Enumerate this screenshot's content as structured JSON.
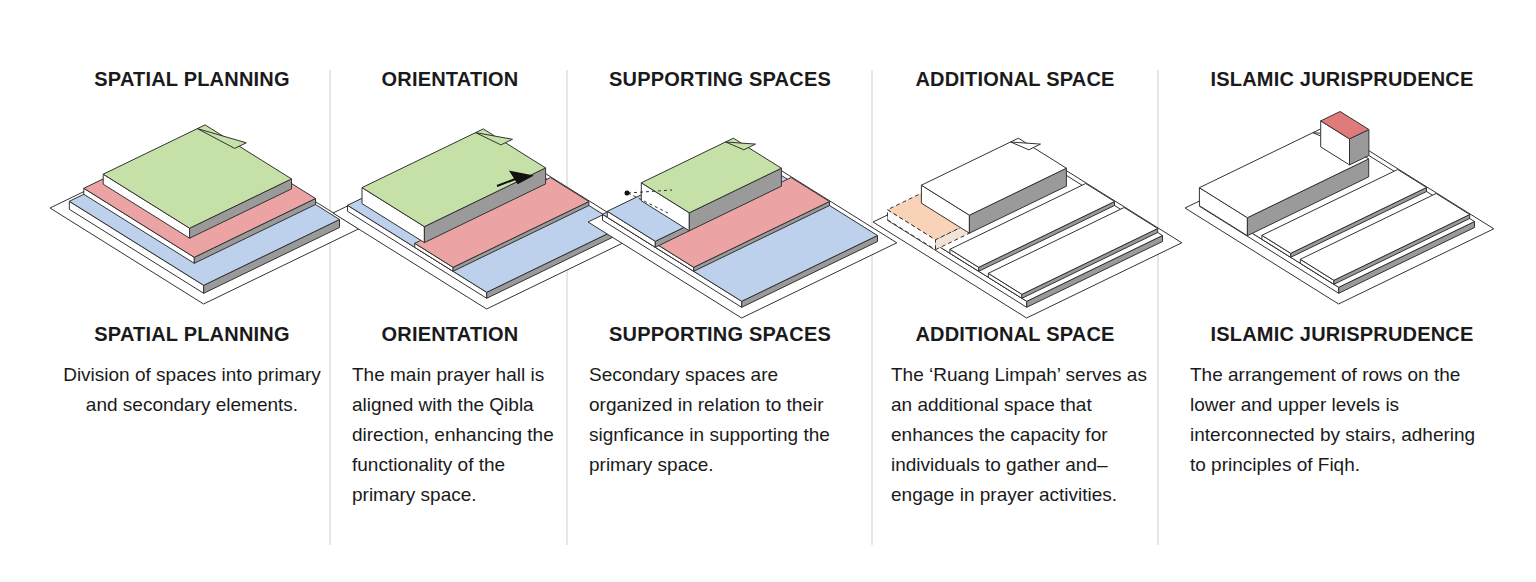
{
  "diagram": {
    "labels": [
      "SPATIAL PLANNING",
      "ORIENTATION",
      "SUPPORTING SPACES",
      "ADDITIONAL SPACE",
      "ISLAMIC JURISPRUDENCE",
      "SPATIAL PLANNING",
      "Division of spaces into primary and secondary elements.",
      "ORIENTATION",
      "The main prayer hall is aligned with the Qibla direction, enhancing the functionality of the primary space.",
      "SUPPORTING SPACES",
      "Secondary spaces are organized in relation to their signficance in supporting the primary space.",
      "ADDITIONAL SPACE",
      "The ‘Ruang Limpah’ serves as an additional space that enhances the capacity for individuals to gather and– engage in prayer activities.",
      "ISLAMIC JURISPRUDENCE",
      "The arrangement of rows on the lower and upper levels is interconnected by stairs, adhering to principles of Fiqh."
    ]
  }
}
